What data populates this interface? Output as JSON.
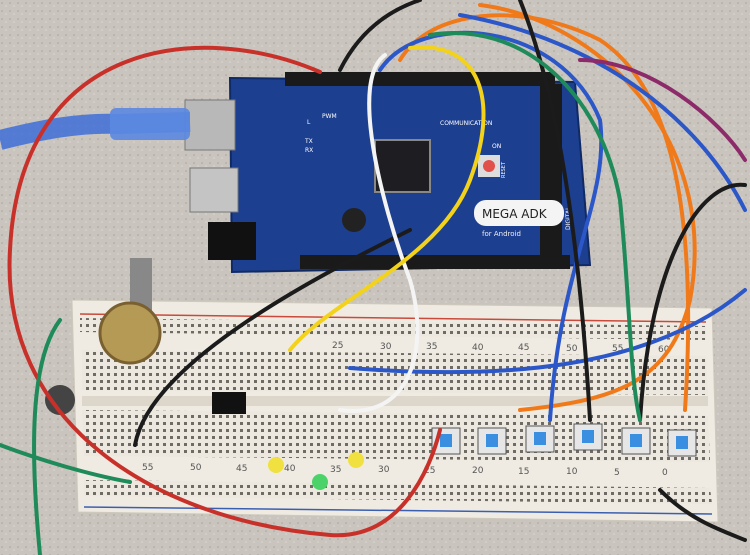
{
  "board": {
    "logo": "MEGA ADK",
    "subtitle": "for Android",
    "section_labels": [
      "PWM",
      "COMMUNICATION",
      "DIGITAL"
    ],
    "indicators": [
      "L",
      "TX",
      "RX",
      "ON"
    ],
    "reset_label": "RESET",
    "color": "#1d3f8f"
  },
  "breadboard": {
    "top_numbers": [
      "25",
      "30",
      "35",
      "40",
      "45",
      "50",
      "55",
      "60"
    ],
    "bottom_numbers": [
      "55",
      "50",
      "45",
      "40",
      "35",
      "30",
      "25",
      "20",
      "15",
      "10",
      "5",
      "0"
    ]
  },
  "buttons_count": 6,
  "wire_colors": {
    "red": "#c8312a",
    "orange": "#f07a1a",
    "blue": "#2b57c8",
    "black": "#1b1b1b",
    "white": "#f4f4f4",
    "yellow": "#f2d21a",
    "green": "#1f8a5a",
    "purple": "#8c2a6a"
  }
}
